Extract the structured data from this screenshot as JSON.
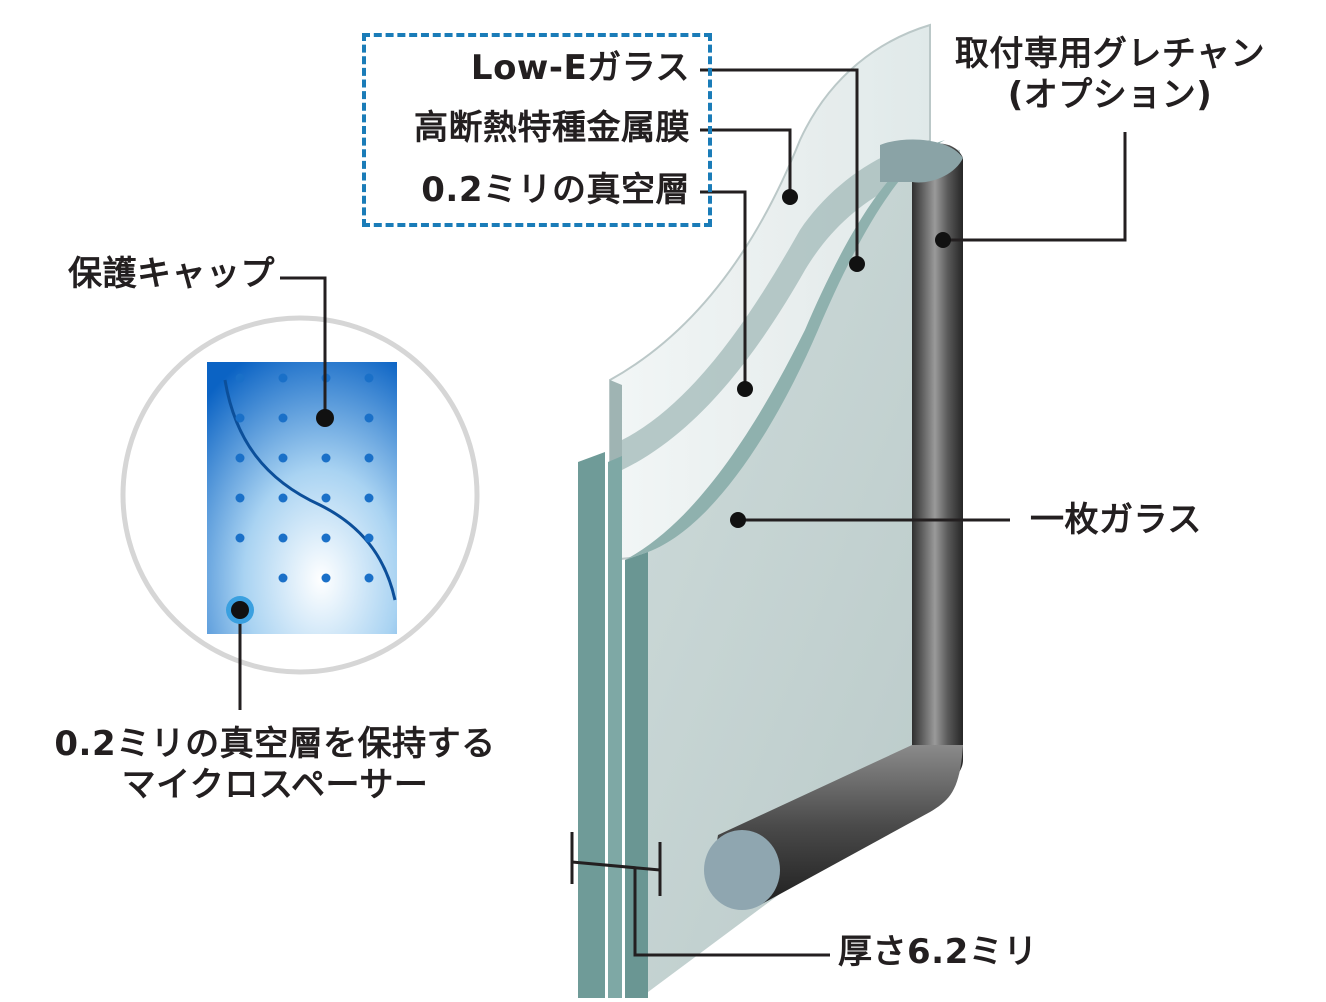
{
  "labels": {
    "low_e_glass": "Low-Eガラス",
    "metal_film": "高断熱特種金属膜",
    "vacuum_layer": "0.2ミリの真空層",
    "glazing_channel_line1": "取付専用グレチャン",
    "glazing_channel_line2": "(オプション)",
    "protective_cap": "保護キャップ",
    "single_glass": "一枚ガラス",
    "spacer_line1": "0.2ミリの真空層を保持する",
    "spacer_line2": "マイクロスペーサー",
    "thickness": "厚さ6.2ミリ"
  },
  "colors": {
    "callout_border": "#1a7cb8",
    "glass_edge": "#5f8f8c",
    "glass_face": "#c5d3d2",
    "channel": "#555555",
    "spacer_blue": "#1a70c8",
    "leader": "#231f20"
  }
}
